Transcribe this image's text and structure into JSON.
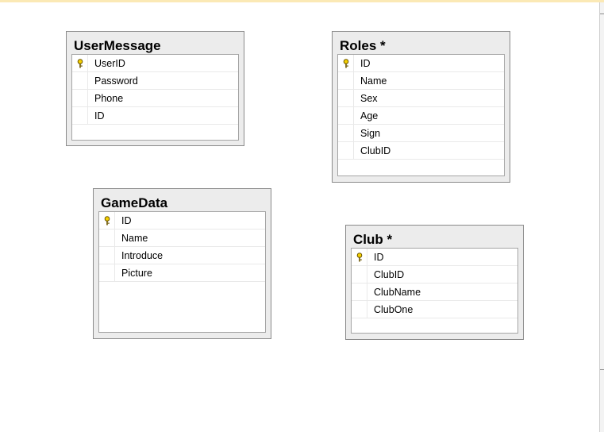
{
  "diagram": {
    "tables": [
      {
        "id": "usermessage",
        "title": "UserMessage",
        "columns": [
          {
            "name": "UserID",
            "primary_key": true
          },
          {
            "name": "Password",
            "primary_key": false
          },
          {
            "name": "Phone",
            "primary_key": false
          },
          {
            "name": "ID",
            "primary_key": false
          }
        ]
      },
      {
        "id": "roles",
        "title": "Roles *",
        "columns": [
          {
            "name": "ID",
            "primary_key": true
          },
          {
            "name": "Name",
            "primary_key": false
          },
          {
            "name": "Sex",
            "primary_key": false
          },
          {
            "name": "Age",
            "primary_key": false
          },
          {
            "name": "Sign",
            "primary_key": false
          },
          {
            "name": "ClubID",
            "primary_key": false
          }
        ]
      },
      {
        "id": "gamedata",
        "title": "GameData",
        "columns": [
          {
            "name": "ID",
            "primary_key": true
          },
          {
            "name": "Name",
            "primary_key": false
          },
          {
            "name": "Introduce",
            "primary_key": false
          },
          {
            "name": "Picture",
            "primary_key": false
          }
        ]
      },
      {
        "id": "club",
        "title": "Club *",
        "columns": [
          {
            "name": "ID",
            "primary_key": true
          },
          {
            "name": "ClubID",
            "primary_key": false
          },
          {
            "name": "ClubName",
            "primary_key": false
          },
          {
            "name": "ClubOne",
            "primary_key": false
          }
        ]
      }
    ]
  }
}
